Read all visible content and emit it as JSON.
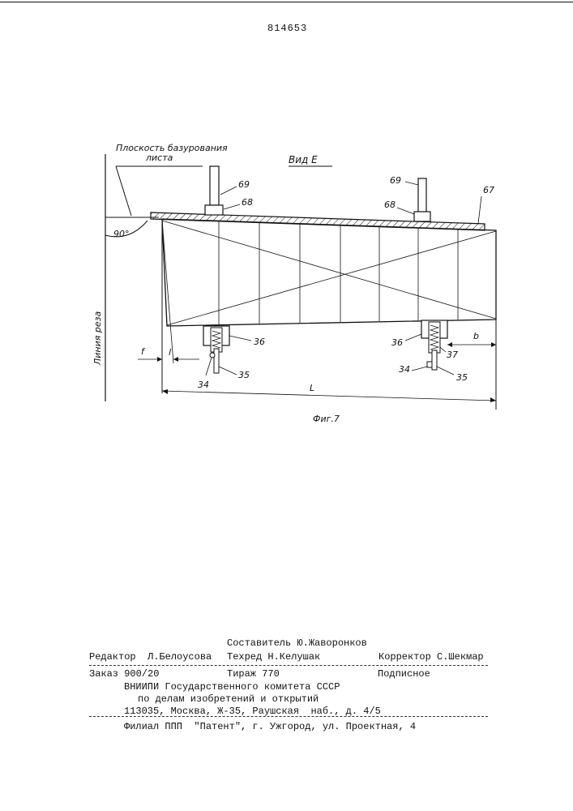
{
  "patent_number": "814653",
  "drawing": {
    "view_title": "Вид Е",
    "plane_label_1": "Плоскость базурования",
    "plane_label_2": "листа",
    "cut_line_label": "Линия реза",
    "angle_label": "90°",
    "figure_caption": "Фиг.7",
    "callouts": {
      "c69_left": "69",
      "c68_left": "68",
      "c69_right": "69",
      "c68_right": "68",
      "c67": "67",
      "c36_left": "36",
      "c35_left": "35",
      "c34_left": "34",
      "c36_right": "36",
      "c37": "37",
      "c34_right": "34",
      "c35_right": "35"
    },
    "dims": {
      "f": "f",
      "l": "l",
      "L": "L",
      "b": "b"
    }
  },
  "imprint": {
    "compiler": "Составитель Ю.Жаворонков",
    "editor": "Редактор  Л.Белоусова",
    "techred": "Техред Н.Келушак",
    "corrector": "Корректор С.Шекмар",
    "order": "Заказ 900/20",
    "circulation": "Тираж 770",
    "subscription": "Подписное",
    "vniipi": "ВНИИПИ Государственного комитета СССР",
    "affairs": "по делам изобретений и открытий",
    "address": "113035, Москва, Ж-35, Раушская  наб., д. 4/5",
    "branch": "Филиал ППП  \"Патент\", г. Ужгород, ул. Проектная, 4"
  }
}
